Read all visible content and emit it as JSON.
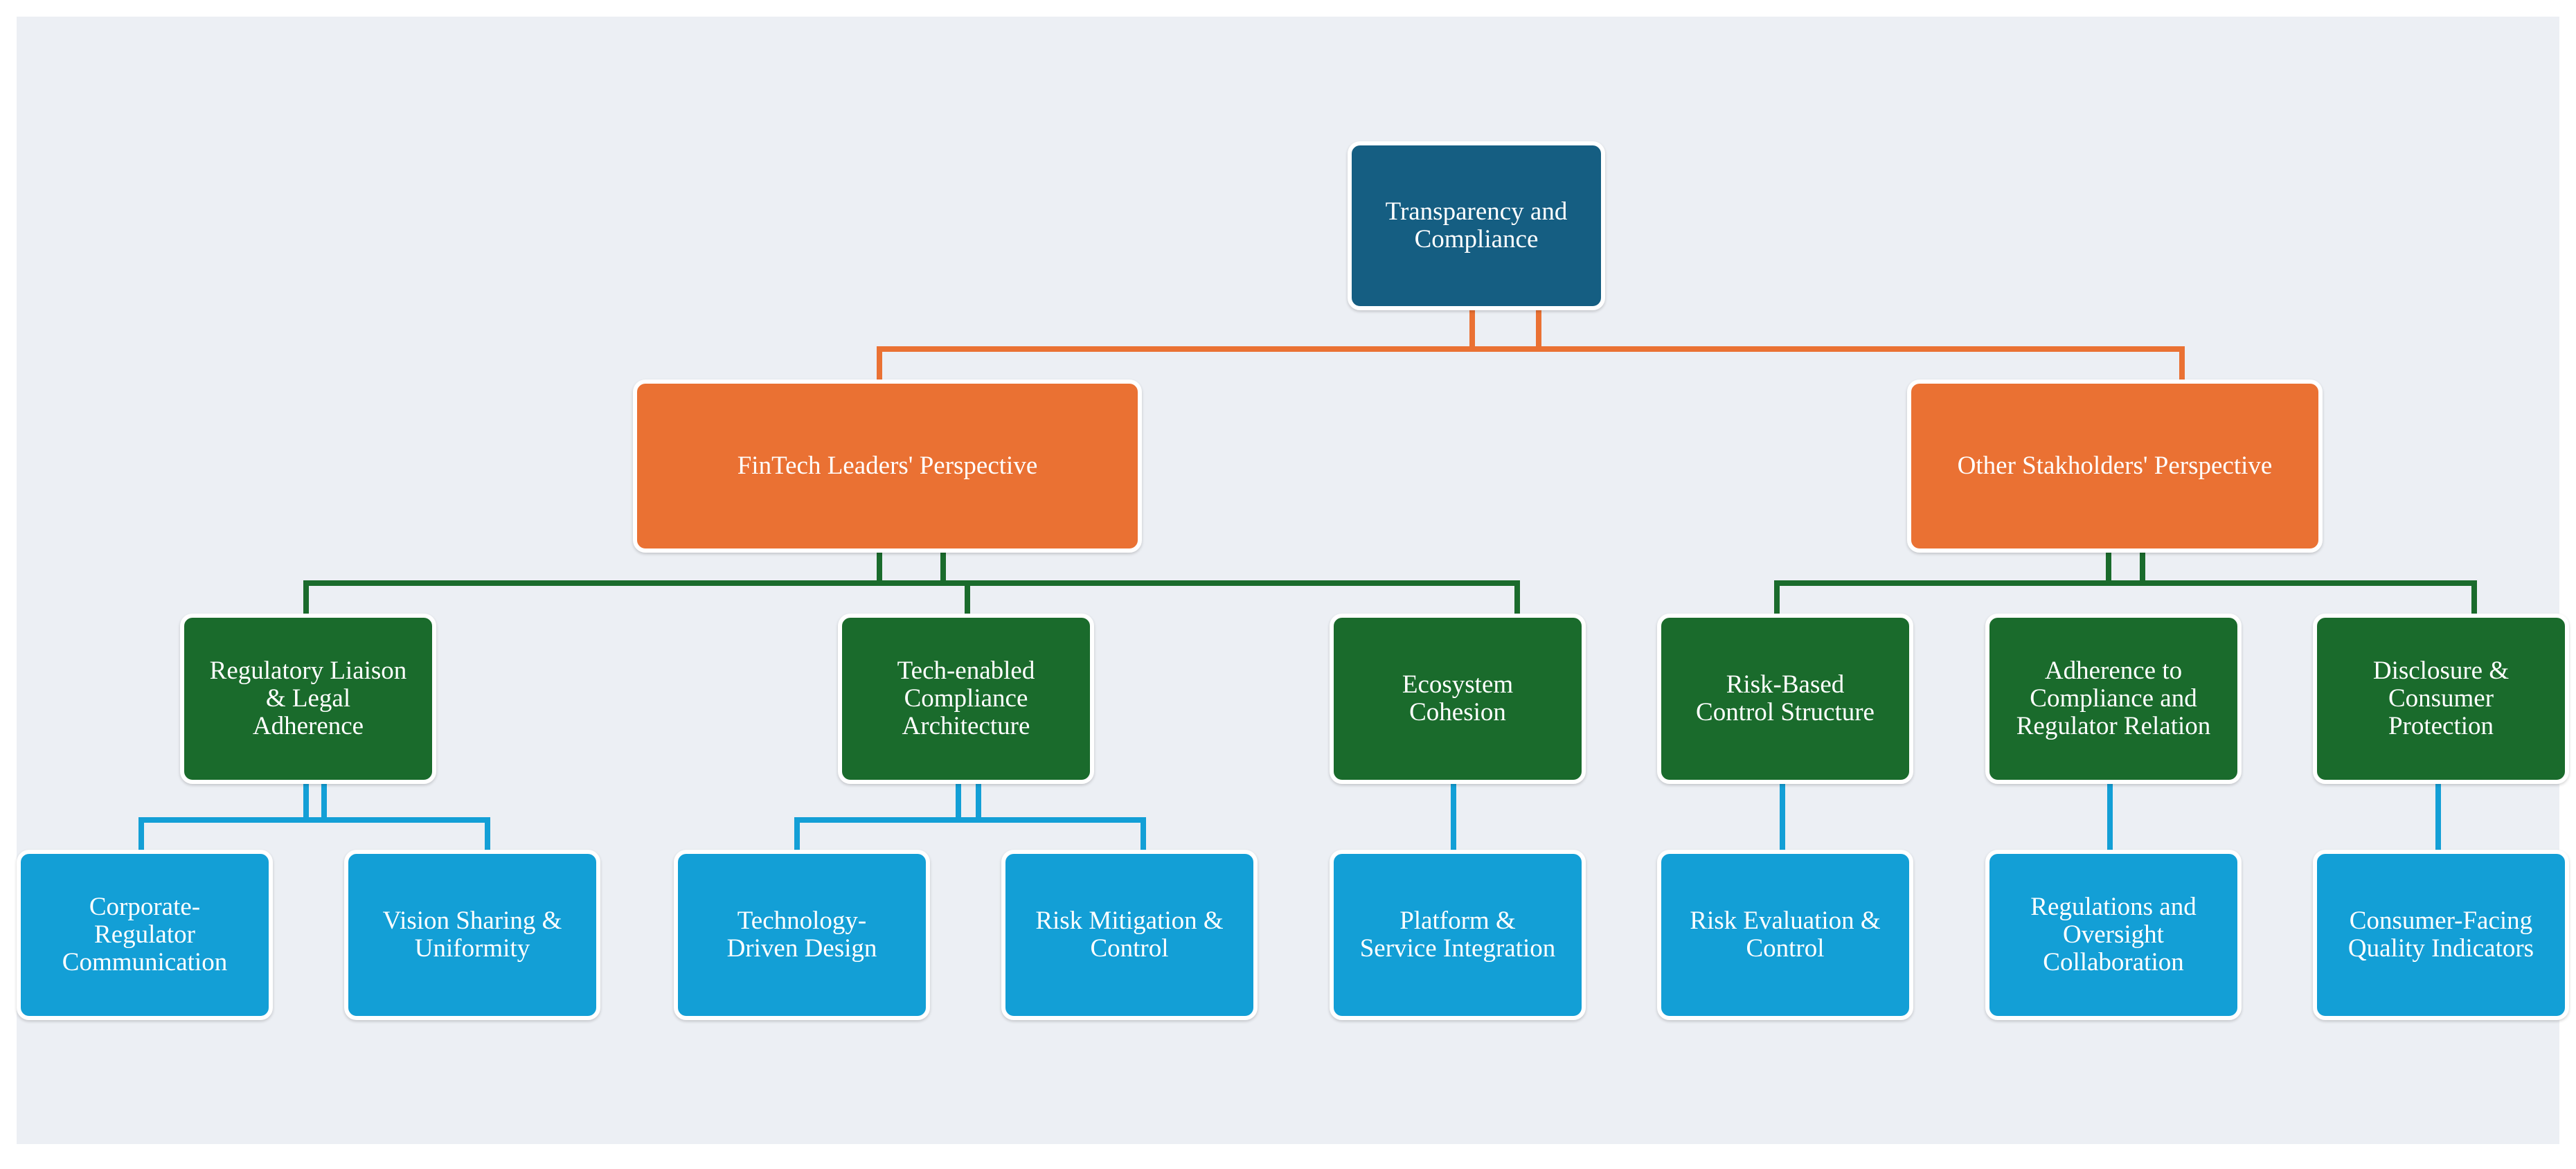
{
  "colors": {
    "root": "#155e82",
    "level1": "#ea7133",
    "level2": "#1a6b2c",
    "level3": "#139fd6",
    "connector_root": "#ea7133",
    "connector_l1": "#1a6b2c",
    "connector_l2": "#139fd6"
  },
  "root": {
    "label": "Transparency and\nCompliance",
    "children": [
      {
        "label": "FinTech Leaders' Perspective",
        "children": [
          {
            "label": "Regulatory Liaison\n& Legal\nAdherence",
            "children": [
              {
                "label": "Corporate-\nRegulator\nCommunication"
              },
              {
                "label": "Vision Sharing &\nUniformity"
              }
            ]
          },
          {
            "label": "Tech-enabled\nCompliance\nArchitecture",
            "children": [
              {
                "label": "Technology-\nDriven Design"
              },
              {
                "label": "Risk Mitigation &\nControl"
              }
            ]
          },
          {
            "label": "Ecosystem\nCohesion",
            "children": [
              {
                "label": "Platform &\nService Integration"
              }
            ]
          }
        ]
      },
      {
        "label": "Other Stakholders' Perspective",
        "children": [
          {
            "label": "Risk-Based\nControl Structure",
            "children": [
              {
                "label": "Risk Evaluation &\nControl"
              }
            ]
          },
          {
            "label": "Adherence to\nCompliance and\nRegulator Relation",
            "children": [
              {
                "label": "Regulations and\nOversight\nCollaboration"
              }
            ]
          },
          {
            "label": "Disclosure &\nConsumer\nProtection",
            "children": [
              {
                "label": "Consumer-Facing\nQuality Indicators"
              }
            ]
          }
        ]
      }
    ]
  }
}
